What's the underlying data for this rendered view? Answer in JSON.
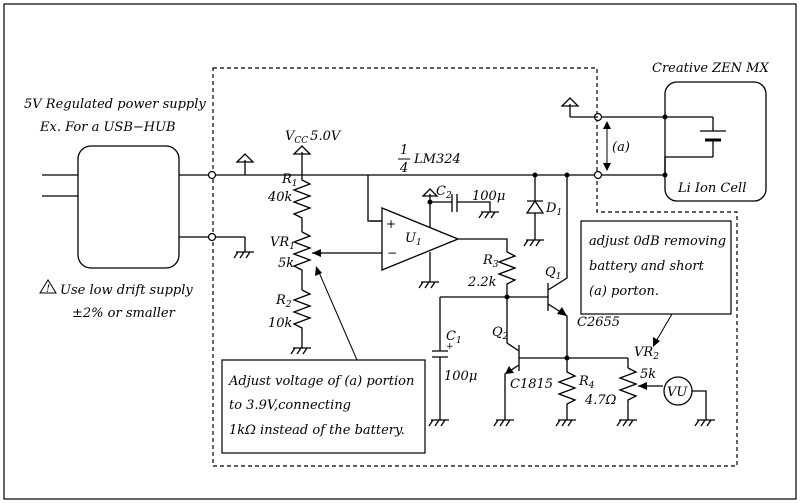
{
  "power_supply": {
    "title_line1": "5V Regulated power supply",
    "title_line2": "Ex. For a USB−HUB",
    "warning_line1": "Use low drift supply",
    "warning_line2": "±2% or smaller"
  },
  "device": {
    "name": "Creative ZEN MX",
    "cell": "Li Ion Cell",
    "portion": "(a)"
  },
  "vcc": {
    "label": "V",
    "sub": "CC",
    "value": "5.0V"
  },
  "opamp": {
    "frac_num": "1",
    "frac_den": "4",
    "part": "LM324",
    "ref": "U",
    "ref_sub": "1"
  },
  "components": {
    "r1": {
      "ref": "R",
      "sub": "1",
      "value": "40k"
    },
    "vr1": {
      "ref": "VR",
      "sub": "1",
      "value": "5k"
    },
    "r2": {
      "ref": "R",
      "sub": "2",
      "value": "10k"
    },
    "r3": {
      "ref": "R",
      "sub": "3",
      "value": "2.2k"
    },
    "r4": {
      "ref": "R",
      "sub": "4",
      "value": "4.7Ω"
    },
    "c1": {
      "ref": "C",
      "sub": "1",
      "value": "100μ"
    },
    "c2": {
      "ref": "C",
      "sub": "2",
      "value": "100μ"
    },
    "d1": {
      "ref": "D",
      "sub": "1"
    },
    "q1": {
      "ref": "Q",
      "sub": "1",
      "part": "C2655"
    },
    "q2": {
      "ref": "Q",
      "sub": "2",
      "part": "C1815"
    },
    "vr2": {
      "ref": "VR",
      "sub": "2",
      "value": "5k"
    },
    "meter": "VU"
  },
  "notes": {
    "adjust_voltage": [
      "Adjust voltage of (a) portion",
      "to 3.9V,connecting",
      "1kΩ instead of the battery."
    ],
    "adjust_0db": [
      "adjust 0dB removing",
      "battery and short",
      "(a) porton."
    ]
  }
}
